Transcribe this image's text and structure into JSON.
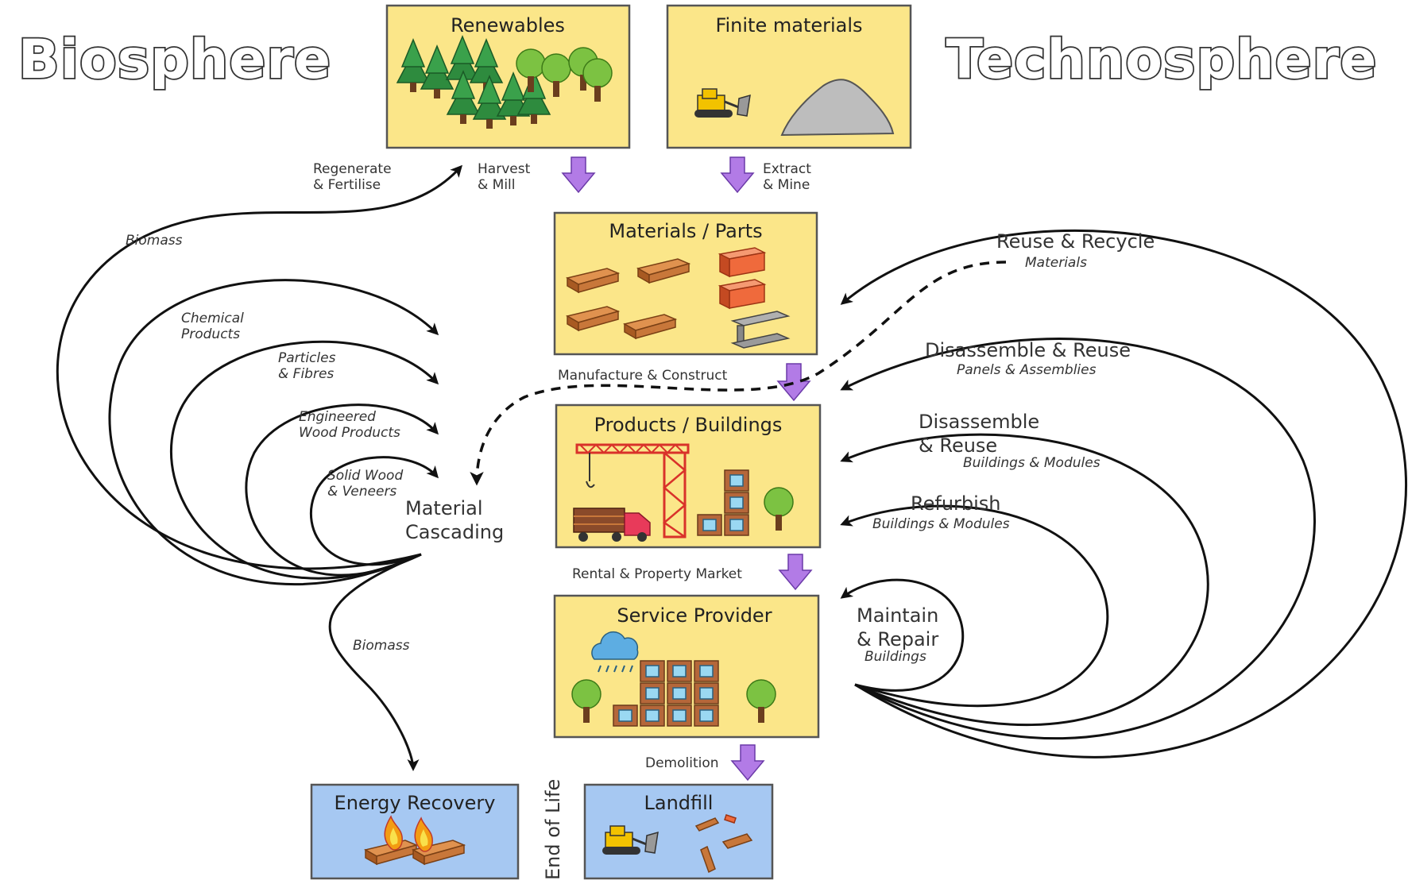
{
  "headings": {
    "left": "Biosphere",
    "right": "Technosphere"
  },
  "boxes": {
    "renewables": "Renewables",
    "finite": "Finite materials",
    "materials": "Materials / Parts",
    "products": "Products / Buildings",
    "service": "Service Provider",
    "energy": "Energy Recovery",
    "landfill": "Landfill"
  },
  "flows": {
    "harvest": [
      "Harvest",
      "& Mill"
    ],
    "extract": [
      "Extract",
      "& Mine"
    ],
    "regenerate": [
      "Regenerate",
      "& Fertilise"
    ],
    "manufacture": "Manufacture & Construct",
    "rental": "Rental & Property Market",
    "demolition": "Demolition",
    "end_of_life": "End of Life"
  },
  "cascade": {
    "label": [
      "Material",
      "Cascading"
    ],
    "biomass_top": "Biomass",
    "biomass_bottom": "Biomass",
    "chemical": [
      "Chemical",
      "Products"
    ],
    "particles": [
      "Particles",
      "& Fibres"
    ],
    "engineered": [
      "Engineered",
      "Wood Products"
    ],
    "solid": [
      "Solid Wood",
      "& Veneers"
    ]
  },
  "loops": {
    "reuse_recycle": {
      "title": "Reuse & Recycle",
      "sub": "Materials"
    },
    "disassemble_panels": {
      "title": "Disassemble & Reuse",
      "sub": "Panels & Assemblies"
    },
    "disassemble_buildings": {
      "title": [
        "Disassemble",
        "& Reuse"
      ],
      "sub": "Buildings & Modules"
    },
    "refurbish": {
      "title": "Refurbish",
      "sub": "Buildings & Modules"
    },
    "maintain": {
      "title": [
        "Maintain",
        "& Repair"
      ],
      "sub": "Buildings"
    }
  },
  "colors": {
    "box_yellow": "#fbe689",
    "box_blue": "#a6c8f2",
    "flow_arrow": "#b27be6",
    "wood": "#c8773a",
    "brick": "#ef6a3c",
    "crane": "#d9322a",
    "tree": "#7cc242",
    "pine": "#2e8b3e",
    "bulldozer": "#f2c200"
  },
  "icons": [
    "pine-tree-icon",
    "tree-icon",
    "bulldozer-icon",
    "rock-pile-icon",
    "wood-plank-icon",
    "brick-icon",
    "steel-beam-icon",
    "crane-icon",
    "truck-icon",
    "building-icon",
    "rain-cloud-icon",
    "fire-icon",
    "debris-icon"
  ]
}
